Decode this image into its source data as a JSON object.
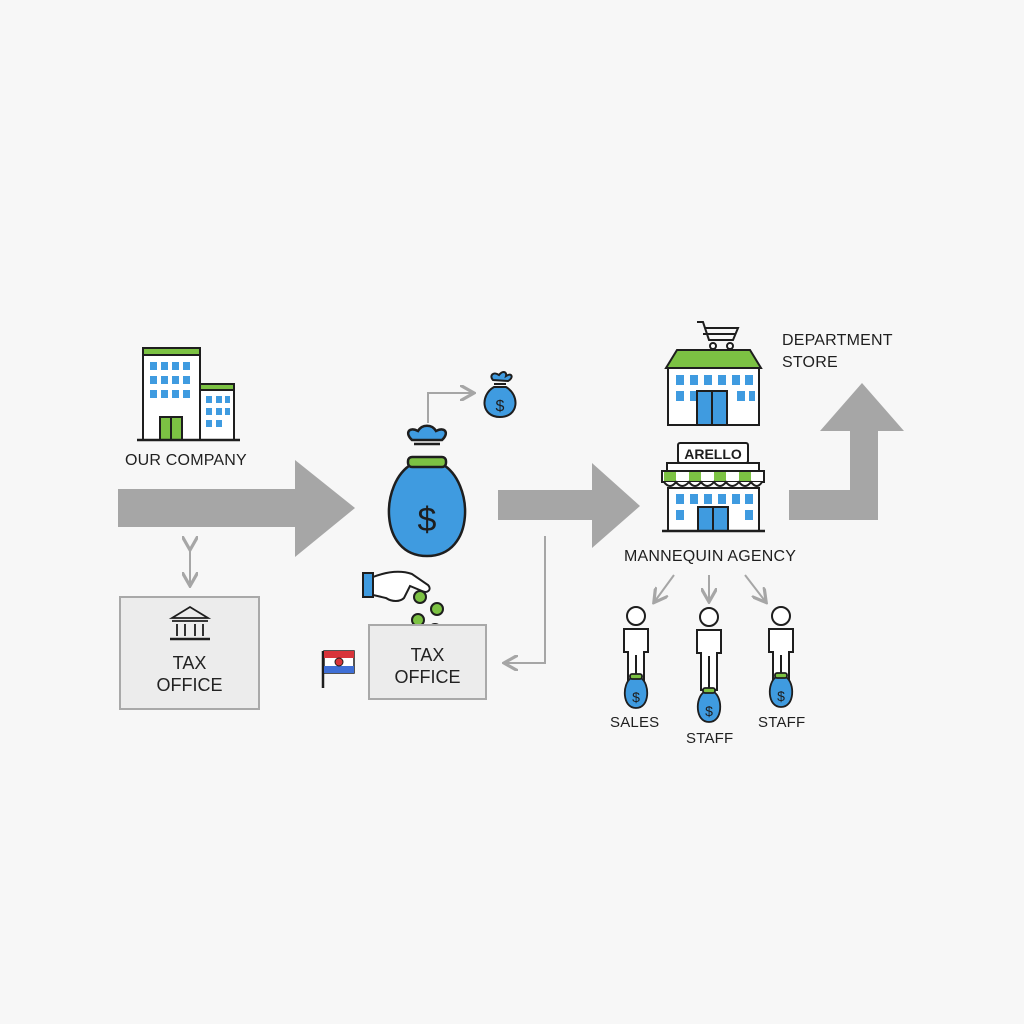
{
  "labels": {
    "our_company": "OUR COMPANY",
    "tax_office_left_line1": "TAX",
    "tax_office_left_line2": "OFFICE",
    "tax_office_center_line1": "TAX",
    "tax_office_center_line2": "OFFICE",
    "department_store_line1": "DEPARTMENT",
    "department_store_line2": "STORE",
    "store_sign": "ARELLO",
    "mannequin_agency": "MANNEQUIN AGENCY",
    "person_1": "SALES",
    "person_2": "STAFF",
    "person_3": "STAFF",
    "money_symbol": "$"
  },
  "colors": {
    "arrow_gray": "#a6a6a6",
    "accent_green": "#7cc243",
    "accent_blue": "#3f9be0",
    "outline": "#1e1e1e",
    "box_fill": "#ececec",
    "box_border": "#a9a9a9"
  },
  "icons": [
    "office-building-icon",
    "money-bag-icon",
    "hand-coins-icon",
    "bank-icon",
    "flag-icon",
    "shopping-cart-icon",
    "storefront-icon",
    "person-icon"
  ]
}
